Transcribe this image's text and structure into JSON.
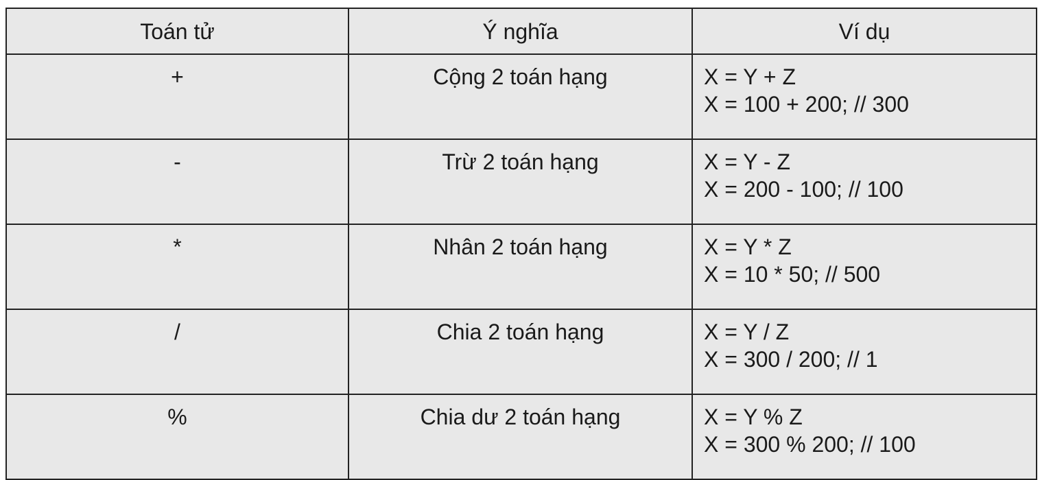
{
  "table": {
    "headers": {
      "operator": "Toán tử",
      "meaning": "Ý nghĩa",
      "example": "Ví dụ"
    },
    "rows": [
      {
        "operator": "+",
        "meaning": "Cộng 2 toán hạng",
        "example_line1": "X = Y + Z",
        "example_line2": "X = 100 + 200; // 300"
      },
      {
        "operator": "-",
        "meaning": "Trừ 2 toán hạng",
        "example_line1": "X = Y - Z",
        "example_line2": "X = 200 - 100; // 100"
      },
      {
        "operator": "*",
        "meaning": "Nhân 2 toán hạng",
        "example_line1": "X = Y * Z",
        "example_line2": "X = 10 * 50; // 500"
      },
      {
        "operator": "/",
        "meaning": "Chia 2 toán hạng",
        "example_line1": "X = Y / Z",
        "example_line2": "X = 300 / 200; // 1"
      },
      {
        "operator": "%",
        "meaning": "Chia dư 2 toán hạng",
        "example_line1": "X = Y % Z",
        "example_line2": "X = 300 % 200; // 100"
      }
    ]
  },
  "colors": {
    "cell_background": "#e8e8e8",
    "border": "#222222",
    "text": "#1a1a1a"
  }
}
